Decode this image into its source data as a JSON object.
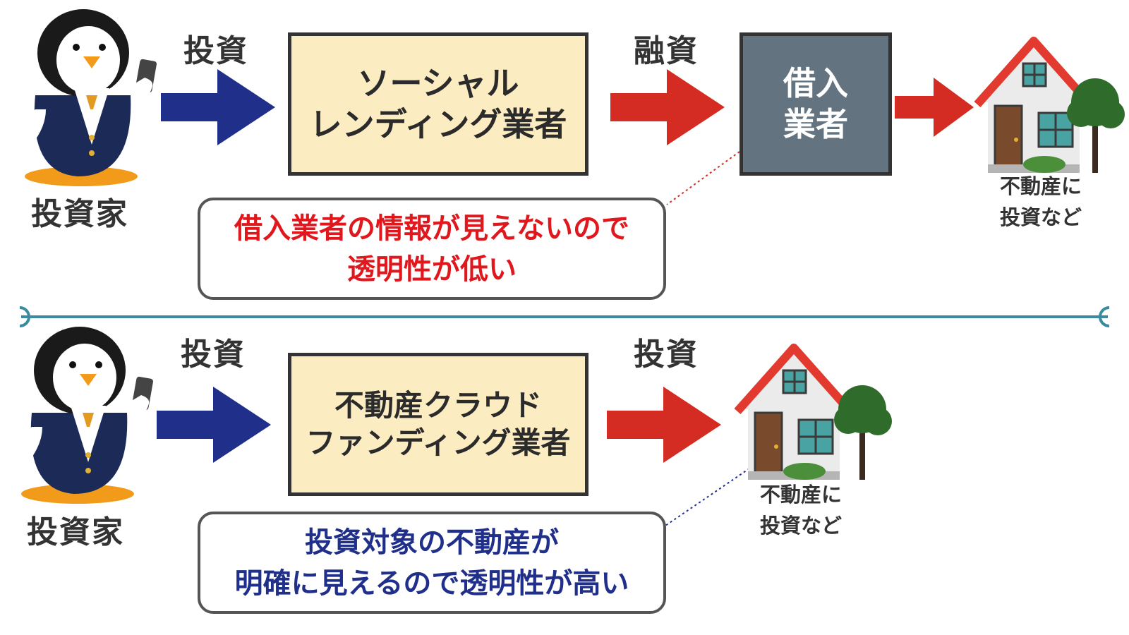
{
  "top": {
    "investor_label": "投資家",
    "invest_label": "投資",
    "box1_line1": "ソーシャル",
    "box1_line2": "レンディング業者",
    "loan_label": "融資",
    "box2_line1": "借入",
    "box2_line2": "業者",
    "house_line1": "不動産に",
    "house_line2": "投資など",
    "note_line1": "借入業者の情報が見えないので",
    "note_line2": "透明性が低い"
  },
  "bottom": {
    "investor_label": "投資家",
    "invest_label": "投資",
    "box1_line1": "不動産クラウド",
    "box1_line2": "ファンディング業者",
    "invest_label2": "投資",
    "house_line1": "不動産に",
    "house_line2": "投資など",
    "note_line1": "投資対象の不動産が",
    "note_line2": "明確に見えるので透明性が高い"
  },
  "colors": {
    "arrow_blue": "#1f2f8a",
    "arrow_red": "#d42b22",
    "note_red": "#e0171d",
    "note_blue": "#1f2f8a",
    "box_yellow": "#fcecc2",
    "box_gray": "#637480",
    "divider": "#3a8aa0"
  },
  "icons": [
    "penguin-investor-icon",
    "house-icon",
    "tree-icon",
    "smartphone-icon"
  ]
}
